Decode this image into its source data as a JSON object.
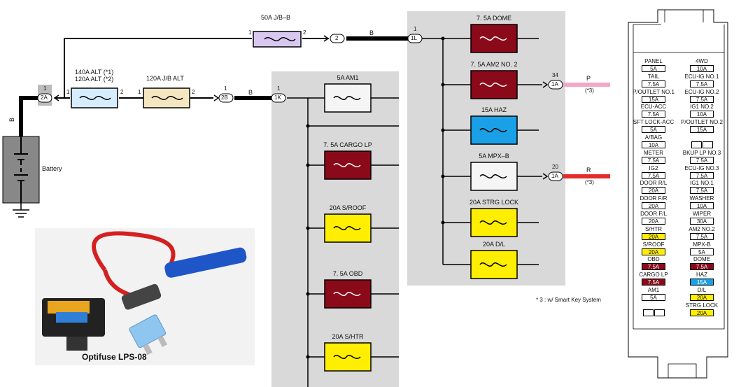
{
  "colors": {
    "panel_gray": "#d9d9d9",
    "dark_red": "#8b0a1a",
    "yellow": "#ffee00",
    "blue": "#1aa0e6",
    "white": "#f5f5f5",
    "lavender": "#d8c8f0",
    "light_blue": "#d6ecff",
    "beige": "#f3e6c0",
    "pink": "#f4a6c8",
    "red": "#e52a2a"
  },
  "left": {
    "fuse_50a": "50A J/B–B",
    "fuse_140a_line1": "140A ALT (*1)",
    "fuse_140a_line2": "120A ALT (*2)",
    "fuse_120a": "120A J/B ALT",
    "battery": "Battery",
    "wire_b": "B",
    "pin_1": "1",
    "pin_2": "2",
    "conn_2a": "2A",
    "conn_2": "2",
    "conn_1l": "1L",
    "conn_2b": "2B",
    "conn_1k": "1K"
  },
  "middle_fuses": [
    "5A AM1",
    "7. 5A CARGO LP",
    "20A S/ROOF",
    "7. 5A OBD",
    "20A S/HTR"
  ],
  "right_fuses": [
    "7. 5A DOME",
    "7. 5A AM2 NO. 2",
    "15A HAZ",
    "5A MPX–B",
    "20A STRG LOCK",
    "20A D/L"
  ],
  "outputs": {
    "top_pin": "34",
    "top_conn": "1A",
    "top_wire": "P",
    "top_note": "(*3)",
    "bottom_pin": "20",
    "bottom_conn": "1A",
    "bottom_wire": "R",
    "bottom_note": "(*3)"
  },
  "footnote": "* 3 : w/ Smart Key System",
  "photo_caption": "Optifuse LPS-08",
  "fusebox": {
    "left": [
      {
        "label": "PANEL",
        "value": "5A",
        "color": ""
      },
      {
        "label": "TAIL",
        "value": "7.5A",
        "color": ""
      },
      {
        "label": "P/OUTLET NO.1",
        "value": "15A",
        "color": ""
      },
      {
        "label": "ECU-ACC",
        "value": "7.5A",
        "color": ""
      },
      {
        "label": "SFT LOCK-ACC",
        "value": "5A",
        "color": ""
      },
      {
        "label": "A/BAG",
        "value": "10A",
        "color": ""
      },
      {
        "label": "METER",
        "value": "7.5A",
        "color": ""
      },
      {
        "label": "IG2",
        "value": "7.5A",
        "color": ""
      },
      {
        "label": "DOOR R/L",
        "value": "20A",
        "color": ""
      },
      {
        "label": "DOOR F/R",
        "value": "20A",
        "color": ""
      },
      {
        "label": "DOOR F/L",
        "value": "20A",
        "color": ""
      },
      {
        "label": "S/HTR",
        "value": "20A",
        "color": "yellow"
      },
      {
        "label": "S/ROOF",
        "value": "20A",
        "color": "yellow"
      },
      {
        "label": "OBD",
        "value": "7.5A",
        "color": "darkred"
      },
      {
        "label": "CARGO LP",
        "value": "7.5A",
        "color": "darkred"
      },
      {
        "label": "AM1",
        "value": "5A",
        "color": ""
      },
      {
        "label": "",
        "value": "",
        "color": "split"
      }
    ],
    "right": [
      {
        "label": "4WD",
        "value": "10A",
        "color": ""
      },
      {
        "label": "ECU-IG NO.1",
        "value": "7.5A",
        "color": ""
      },
      {
        "label": "ECU-IG NO.2",
        "value": "7.5A",
        "color": ""
      },
      {
        "label": "IG1 NO.2",
        "value": "10A",
        "color": ""
      },
      {
        "label": "P/OUTLET NO.2",
        "value": "15A",
        "color": ""
      },
      {
        "label": "",
        "value": "",
        "color": "split"
      },
      {
        "label": "BKUP LP NO.3",
        "value": "7.5A",
        "color": ""
      },
      {
        "label": "ECU-IG NO.3",
        "value": "7.5A",
        "color": ""
      },
      {
        "label": "IG1 NO.1",
        "value": "7.5A",
        "color": ""
      },
      {
        "label": "WASHER",
        "value": "10A",
        "color": ""
      },
      {
        "label": "WIPER",
        "value": "30A",
        "color": ""
      },
      {
        "label": "AM2 NO.2",
        "value": "7.5A",
        "color": ""
      },
      {
        "label": "MPX-B",
        "value": "5A",
        "color": ""
      },
      {
        "label": "DOME",
        "value": "7.5A",
        "color": "darkred"
      },
      {
        "label": "HAZ",
        "value": "15A",
        "color": "blue"
      },
      {
        "label": "D/L",
        "value": "20A",
        "color": "yellow"
      },
      {
        "label": "STRG LOCK",
        "value": "20A",
        "color": "yellow"
      }
    ]
  }
}
